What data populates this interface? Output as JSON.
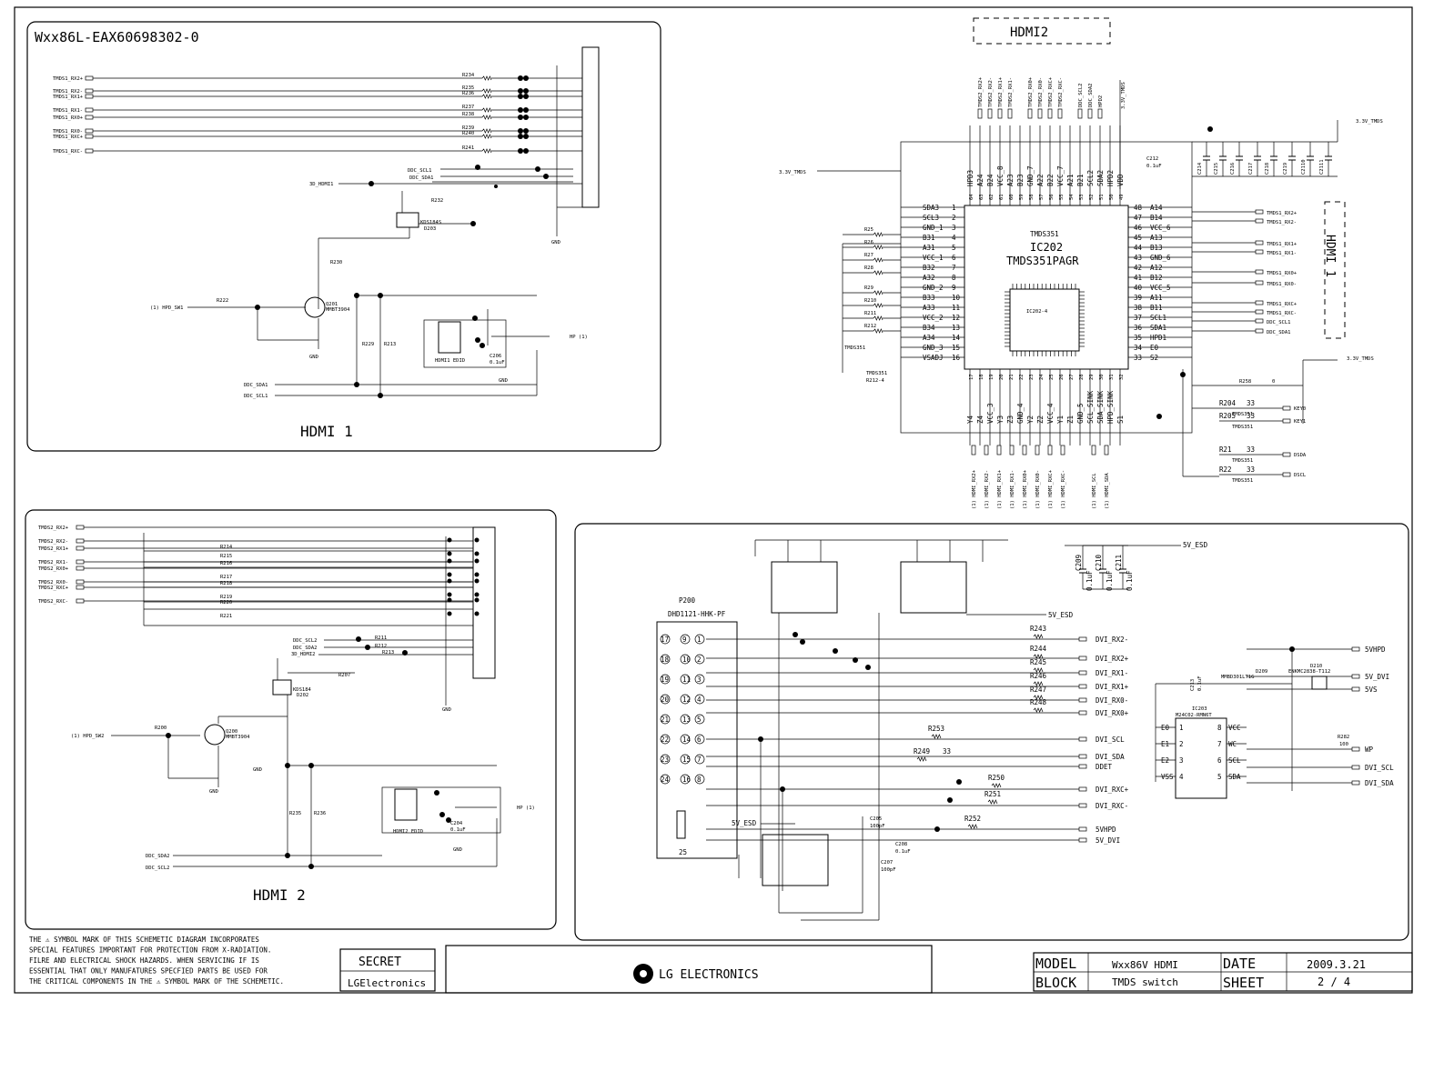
{
  "hdmi1": {
    "title": "Wxx86L-EAX60698302-0",
    "caption": "HDMI 1",
    "signals": [
      "TMDS1_RX2+",
      "TMDS1_RX2-",
      "TMDS1_RX1+",
      "TMDS1_RX1-",
      "TMDS1_RX0+",
      "TMDS1_RX0-",
      "TMDS1_RXC+",
      "TMDS1_RXC-"
    ],
    "resistors": [
      "R234",
      "R235",
      "R236",
      "R237",
      "R238",
      "R239",
      "R240",
      "R241"
    ],
    "ddc": [
      "DDC_SCL1",
      "DDC_SDA1"
    ],
    "hotplug": "(1) HPD_SW1",
    "ddc_bus": [
      "DDC_SDA1",
      "DDC_SCL1"
    ],
    "transistor": "Q201",
    "eeprom": "HDMI1 EDID",
    "cap": "C206",
    "hp": "HP (1)",
    "dd_label": "3D_HDMI1"
  },
  "hdmi2": {
    "caption": "HDMI 2",
    "signals": [
      "TMDS2_RX2+",
      "TMDS2_RX2-",
      "TMDS2_RX1+",
      "TMDS2_RX1-",
      "TMDS2_RX0+",
      "TMDS2_RX0-",
      "TMDS2_RXC+",
      "TMDS2_RXC-"
    ],
    "resistors": [
      "R214",
      "R215",
      "R216",
      "R217",
      "R218",
      "R219",
      "R220",
      "R221"
    ],
    "ddc": [
      "DDC_SCL2",
      "DDC_SDA2"
    ],
    "hotplug": "(1) HPD_SW2",
    "ddc_bus": [
      "DDC_SDA2",
      "DDC_SCL2"
    ],
    "transistor": "Q200",
    "eeprom": "HDMI2 EDID",
    "cap": "C204",
    "hp": "HP (1)",
    "dd_label": "3D_HDMI2"
  },
  "tmds": {
    "header": "HDMI2",
    "side_label": "HDMI 1",
    "chip_name": "TMDS351",
    "chip_ref": "IC202",
    "chip_part": "TMDS351PAGR",
    "supply": "3.3V_TMDS",
    "cap": "C212",
    "cap_val": "0.1uF",
    "top_signals": [
      "TMDS2_RX2+",
      "TMDS2_RX2-",
      "TMDS2_RX1+",
      "TMDS2_RX1-",
      "TMDS2_RX0+",
      "TMDS2_RX0-",
      "TMDS2_RXC+",
      "TMDS2_RXC-",
      "DDC_SCL2",
      "DDC_SDA2",
      "HPD2"
    ],
    "top_pins": [
      "HPD3",
      "A24",
      "B24",
      "VCC_8",
      "A23",
      "B23",
      "GND_7",
      "A22",
      "B22",
      "VCC_7",
      "A21",
      "B21",
      "SCL2",
      "SDA2",
      "HPD2",
      "VDD"
    ],
    "top_nums": [
      "64",
      "63",
      "62",
      "61",
      "60",
      "59",
      "58",
      "57",
      "56",
      "55",
      "54",
      "53",
      "52",
      "51",
      "50",
      "49"
    ],
    "left_pins": [
      "SDA3",
      "SCL3",
      "GND_1",
      "B31",
      "A31",
      "VCC_1",
      "B32",
      "A32",
      "GND_2",
      "B33",
      "A33",
      "VCC_2",
      "B34",
      "A34",
      "GND_3",
      "VSADJ"
    ],
    "left_nums": [
      "1",
      "2",
      "3",
      "4",
      "5",
      "6",
      "7",
      "8",
      "9",
      "10",
      "11",
      "12",
      "13",
      "14",
      "15",
      "16"
    ],
    "right_pins": [
      "A14",
      "B14",
      "VCC_6",
      "A13",
      "B13",
      "GND_6",
      "A12",
      "B12",
      "VCC_5",
      "A11",
      "B11",
      "SCL1",
      "SDA1",
      "HPD1",
      "E0",
      "S2"
    ],
    "right_nums": [
      "48",
      "47",
      "46",
      "45",
      "44",
      "43",
      "42",
      "41",
      "40",
      "39",
      "38",
      "37",
      "36",
      "35",
      "34",
      "33"
    ],
    "bottom_pins": [
      "Y4",
      "Z4",
      "VCC_3",
      "Y3",
      "Z3",
      "GND_4",
      "Y2",
      "Z2",
      "VCC_4",
      "Y1",
      "Z1",
      "GND_5",
      "SCL_SINK",
      "SDA_SINK",
      "HPD_SINK",
      "S1"
    ],
    "bottom_nums": [
      "17",
      "18",
      "19",
      "20",
      "21",
      "22",
      "23",
      "24",
      "25",
      "26",
      "27",
      "28",
      "29",
      "30",
      "31",
      "32"
    ],
    "right_signals": [
      "TMDS1_RX2+",
      "TMDS1_RX2-",
      "TMDS1_RX1+",
      "TMDS1_RX1-",
      "TMDS1_RX0+",
      "TMDS1_RX0-",
      "TMDS1_RXC+",
      "TMDS1_RXC-",
      "DDC_SCL1",
      "DDC_SDA1"
    ],
    "bottom_signals": [
      "(1) HDMI_RX2+",
      "(1) HDMI_RX2-",
      "(1) HDMI_RX1+",
      "(1) HDMI_RX1-",
      "(1) HDMI_RX0+",
      "(1) HDMI_RX0-",
      "(1) HDMI_RXC+",
      "(1) HDMI_RXC-",
      "(1) HDMI_SCL",
      "(1) HDMI_SDA"
    ],
    "key_labels": [
      "KEY0",
      "KEY1",
      "DSDA",
      "DSCL"
    ],
    "key_res": [
      "R204",
      "R205",
      "R21",
      "R22"
    ],
    "key_val": "33",
    "r258": "R258",
    "r258_val": "0"
  },
  "dvi": {
    "connector": "P200",
    "connector_part": "DHD1121-HHK-PF",
    "pin_left": [
      "17",
      "18",
      "19",
      "20",
      "21",
      "22",
      "23",
      "24"
    ],
    "pin_mid": [
      "9",
      "10",
      "11",
      "12",
      "13",
      "14",
      "15",
      "16"
    ],
    "pin_right": [
      "1",
      "2",
      "3",
      "4",
      "5",
      "6",
      "7",
      "8"
    ],
    "pin_bottom": "25",
    "signals": [
      "DVI_RX2-",
      "DVI_RX2+",
      "DVI_RX1-",
      "DVI_RX1+",
      "DVI_RX0-",
      "DVI_RX0+",
      "DVI_SCL",
      "DVI_SDA",
      "DDET",
      "DVI_RXC+",
      "DVI_RXC-",
      "5VHPD",
      "5V_DVI"
    ],
    "resistors": [
      "R243",
      "R244",
      "R245",
      "R246",
      "R247",
      "R248",
      "R253",
      "R249",
      "R250",
      "R251",
      "R252"
    ],
    "r249_val": "33",
    "esd": [
      "5V_ESD",
      "5V_ESD",
      "5V_ESD"
    ],
    "caps": [
      "C209",
      "C210",
      "C211"
    ],
    "cap_vals": [
      "0.1uF",
      "0.1uF",
      "0.1uF"
    ],
    "c205": "C205",
    "c205_val": "100pF",
    "c208": "C208",
    "c208_val": "0.1uF",
    "c207": "C207",
    "c207_val": "100pF",
    "eeprom_ref": "IC203",
    "eeprom_part": "M24C02-RMN6T",
    "eeprom_left": [
      "E0",
      "E1",
      "E2",
      "VSS"
    ],
    "eeprom_right": [
      "VCC",
      "WC",
      "SCL",
      "SDA"
    ],
    "eeprom_nums_l": [
      "1",
      "2",
      "3",
      "4"
    ],
    "eeprom_nums_r": [
      "8",
      "7",
      "6",
      "5"
    ],
    "right_out": [
      "5VHPD",
      "5V_DVI",
      "5VS",
      "WP",
      "DVI_SCL",
      "DVI_SDA"
    ],
    "d209": "D209",
    "d209_part": "MMBD301LT1G",
    "d210": "D210",
    "q": "ENKMC2838-T112",
    "c213": "C213",
    "c213_val": "0.1uF",
    "r282": "R282",
    "r282_val": "100"
  },
  "footer": {
    "notice": [
      "THE ⚠ SYMBOL MARK OF THIS SCHEMETIC DIAGRAM INCORPORATES",
      "SPECIAL FEATURES IMPORTANT FOR PROTECTION FROM X-RADIATION.",
      "FILRE AND ELECTRICAL SHOCK HAZARDS. WHEN SERVICING IF IS",
      "ESSENTIAL THAT ONLY MANUFATURES SPECFIED PARTS BE USED FOR",
      "THE CRITICAL COMPONENTS IN THE ⚠ SYMBOL MARK OF THE SCHEMETIC."
    ],
    "secret": "SECRET",
    "lg_small": "LGElectronics",
    "lg_big": "LG ELECTRONICS",
    "model_label": "MODEL",
    "model_value": "Wxx86V HDMI",
    "date_label": "DATE",
    "date_value": "2009.3.21",
    "block_label": "BLOCK",
    "block_value": "TMDS switch",
    "sheet_label": "SHEET",
    "sheet_value": "2 / 4"
  }
}
